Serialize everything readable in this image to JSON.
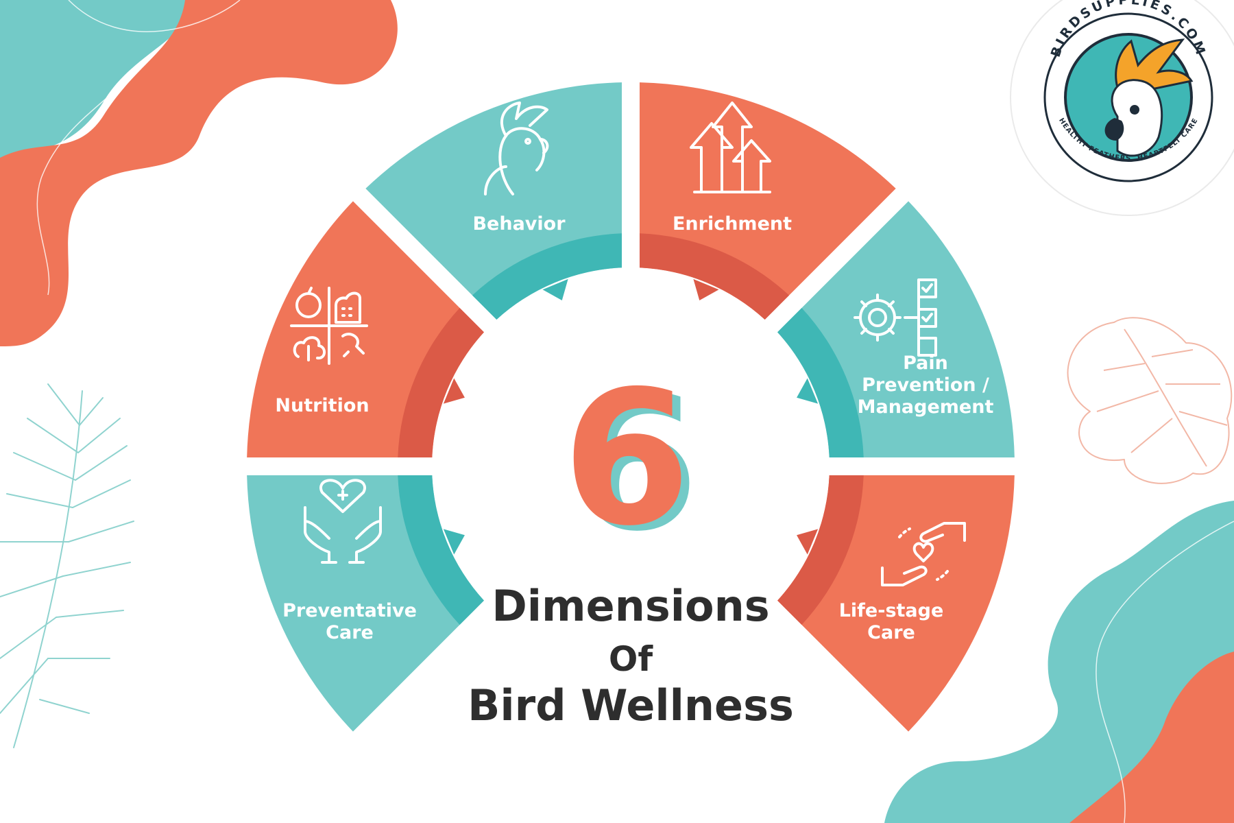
{
  "colors": {
    "teal": "#73cac7",
    "teal_dark": "#3fb7b5",
    "coral": "#f07558",
    "coral_dark": "#db5a47",
    "text_dark": "#2e2e2e"
  },
  "title": {
    "number": "6",
    "line1": "Dimensions",
    "line2": "Of",
    "line3": "Bird Wellness"
  },
  "segments": [
    {
      "label_lines": [
        "Preventative",
        "Care"
      ],
      "color": "teal",
      "icon": "hands-heart-icon"
    },
    {
      "label_lines": [
        "Nutrition"
      ],
      "color": "coral",
      "icon": "food-groups-icon"
    },
    {
      "label_lines": [
        "Behavior"
      ],
      "color": "teal",
      "icon": "cockatoo-icon"
    },
    {
      "label_lines": [
        "Enrichment"
      ],
      "color": "coral",
      "icon": "growth-arrows-icon"
    },
    {
      "label_lines": [
        "Pain",
        "Prevention /",
        "Management"
      ],
      "color": "teal",
      "icon": "gear-checklist-icon"
    },
    {
      "label_lines": [
        "Life-stage",
        "Care"
      ],
      "color": "coral",
      "icon": "hands-cycle-heart-icon"
    }
  ],
  "logo": {
    "top_text": "BIRDSUPPLIES.COM",
    "bottom_text": "HEALTHY FEATHERS. HEARTFELT CARE",
    "icon": "cockatoo-logo-icon"
  }
}
